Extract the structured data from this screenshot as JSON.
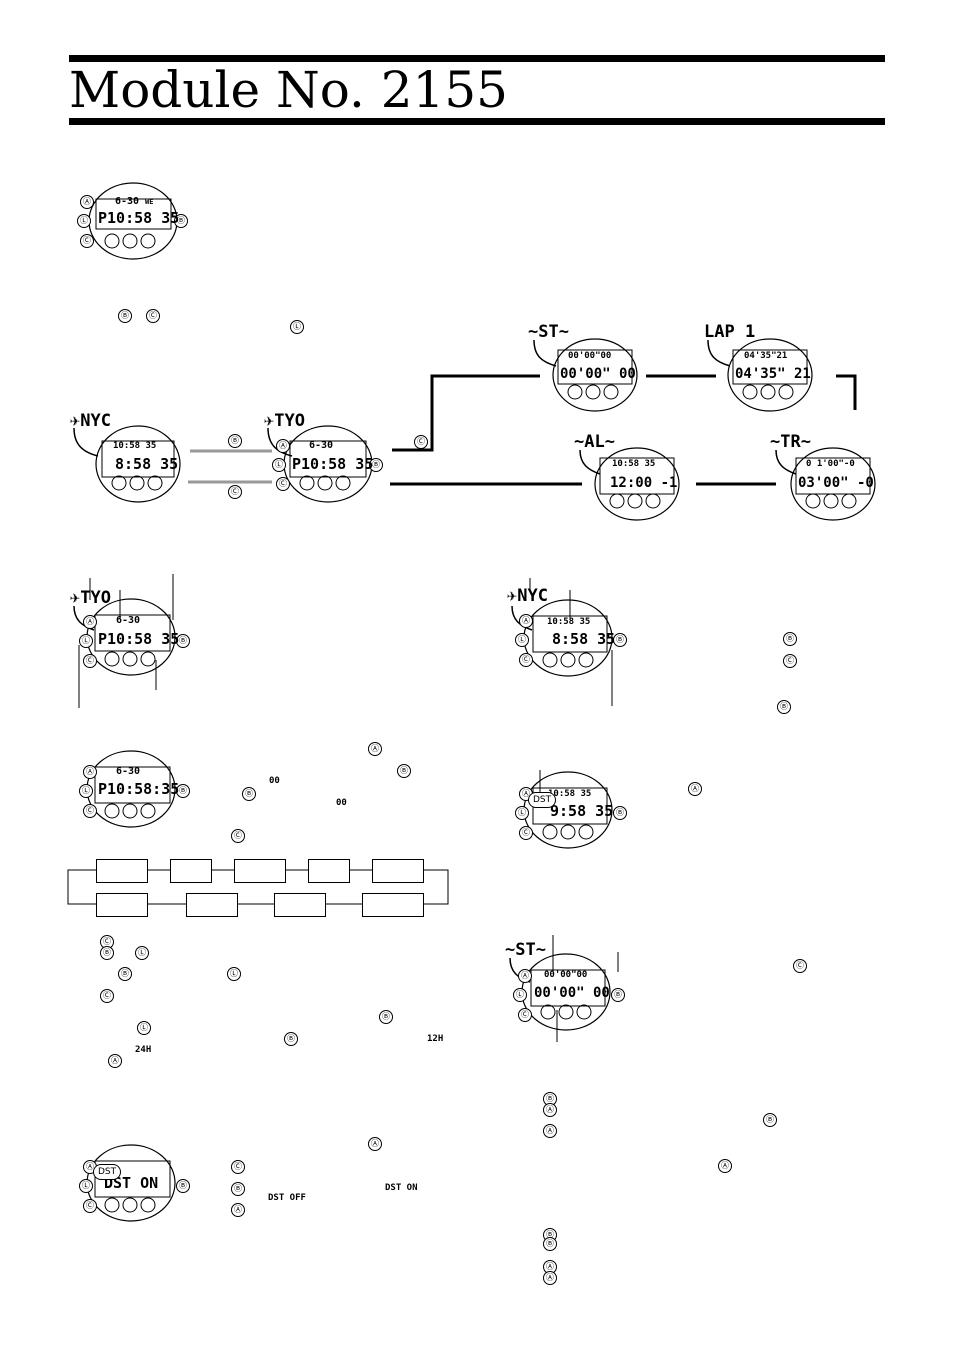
{
  "header": {
    "title": "Module No. 2155"
  },
  "buttons": {
    "a": "Ⓐ",
    "b": "Ⓑ",
    "c": "Ⓒ",
    "l": "Ⓛ"
  },
  "watch1": {
    "date": "6-30",
    "weekday": "WE",
    "time": "P10:58 35"
  },
  "flow": {
    "nyc_tag": "✈NYC",
    "nyc_top": "10:58 35",
    "nyc_main": "8:58 35",
    "tyo_tag": "✈TYO",
    "tyo_date": "6-30",
    "tyo_main": "P10:58 35",
    "st_tag": "~ST~",
    "st_top": "00'00\"00",
    "st_main": "00'00\" 00",
    "lap_tag": "LAP  1",
    "lap_top": "04'35\"21",
    "lap_main": "04'35\" 21",
    "al_tag": "~AL~",
    "al_top": "10:58 35",
    "al_main": "12:00 -1",
    "tr_tag": "~TR~",
    "tr_top": "0 1'00\"-0",
    "tr_main": "03'00\" -0"
  },
  "section_tyo": {
    "tag": "✈TYO",
    "date": "6-30",
    "main": "P10:58 35"
  },
  "section_nyc": {
    "tag": "✈NYC",
    "top": "10:58 35",
    "main": "8:58 35"
  },
  "section_set": {
    "date": "6-30",
    "main": "P10:58:35",
    "dig_a": "00",
    "dig_b": "00"
  },
  "section_dst": {
    "badge": "DST",
    "top": "10:58 35",
    "main": "9:58 35"
  },
  "section_st": {
    "tag": "~ST~",
    "top": "00'00\"00",
    "main": "00'00\" 00"
  },
  "section_dst2": {
    "badge": "DST",
    "main": "DST ON",
    "on": "DST  ON",
    "off": "DST  OFF"
  },
  "mode_12h": "12H",
  "mode_24h": "24H"
}
